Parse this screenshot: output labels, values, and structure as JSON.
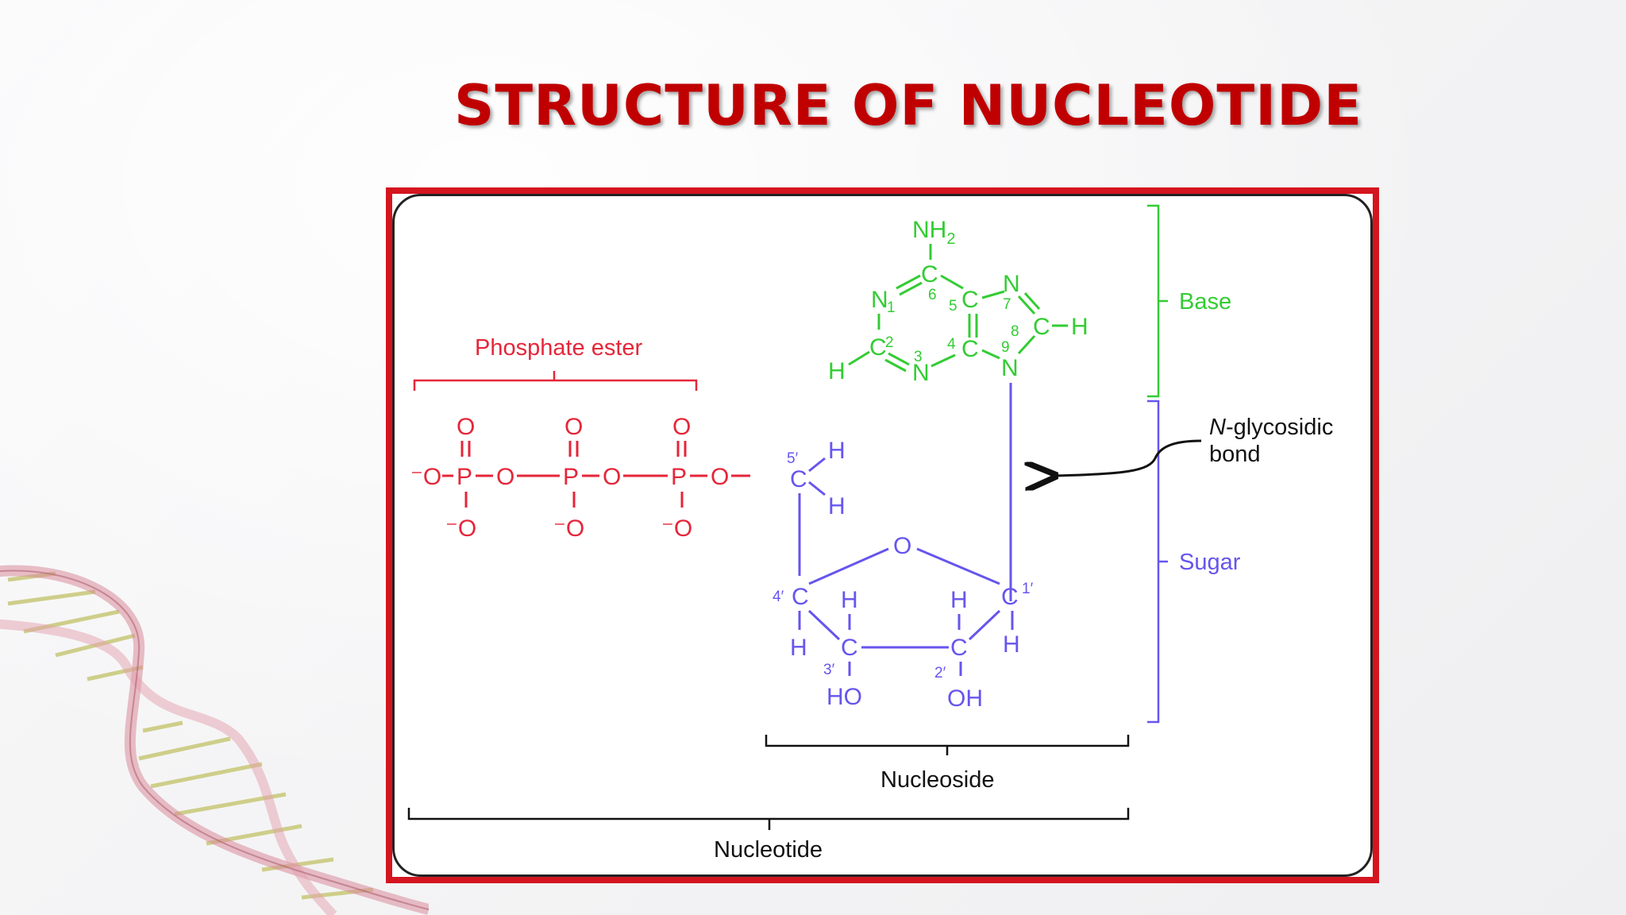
{
  "slide": {
    "title": "STRUCTURE OF NUCLEOTIDE"
  },
  "colors": {
    "title": "#c00000",
    "frame": "#d4151f",
    "phosphate": "#e5263a",
    "base": "#33cc33",
    "sugar": "#6655ee",
    "label": "#111111"
  },
  "labels": {
    "phosphate_ester": "Phosphate ester",
    "base": "Base",
    "sugar": "Sugar",
    "glycosidic_italic": "N",
    "glycosidic_rest": "-glycosidic",
    "glycosidic_line2": "bond",
    "nucleoside": "Nucleoside",
    "nucleotide": "Nucleotide"
  },
  "phosphate": {
    "O_top1": "O",
    "O_top2": "O",
    "O_top3": "O",
    "P1": "P",
    "P2": "P",
    "P3": "P",
    "O_left": "⁻O",
    "O_bridge1": "O",
    "O_bridge2": "O",
    "O_bridge3": "O",
    "O_minus1": "⁻O",
    "O_minus2": "⁻O",
    "O_minus3": "⁻O"
  },
  "base": {
    "NH2": "NH",
    "NH2_sub": "2",
    "C6": "C",
    "n6": "6",
    "N1": "N",
    "n1": "1",
    "C5": "C",
    "n5": "5",
    "N7": "N",
    "n7": "7",
    "C8": "C",
    "n8": "8",
    "H8": "H",
    "C2": "C",
    "n2": "2",
    "H2": "H",
    "N3": "N",
    "n3": "3",
    "C4": "C",
    "n4": "4",
    "N9": "N",
    "n9": "9"
  },
  "sugar": {
    "C5p": "C",
    "n5p": "5′",
    "H5a": "H",
    "H5b": "H",
    "O_ring": "O",
    "C4p": "C",
    "n4p": "4′",
    "H4": "H",
    "C1p": "C",
    "n1p": "1′",
    "H1": "H",
    "C3p": "C",
    "n3p": "3′",
    "H3": "H",
    "HO3": "HO",
    "C2p": "C",
    "n2p": "2′",
    "H2p": "H",
    "OH2": "OH"
  }
}
